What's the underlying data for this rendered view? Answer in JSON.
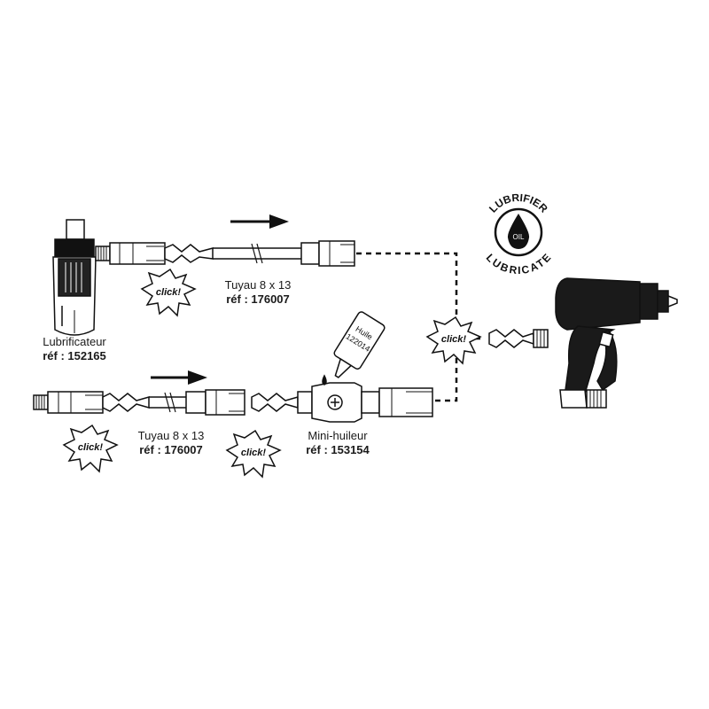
{
  "components": {
    "lubrifier": {
      "name": "Lubrificateur",
      "ref": "réf : 152165"
    },
    "hose_top": {
      "name": "Tuyau 8 x 13",
      "ref": "réf : 176007"
    },
    "hose_bottom": {
      "name": "Tuyau 8 x 13",
      "ref": "réf : 176007"
    },
    "mini_oiler": {
      "name": "Mini-huileur",
      "ref": "réf : 153154"
    }
  },
  "click_badges": [
    "click!",
    "click!",
    "click!",
    "click!"
  ],
  "oil_bottle": {
    "label_line1": "Huile",
    "label_line2": "122014"
  },
  "lubricate_badge": {
    "top_text": "LUBRIFIER",
    "bottom_text": "LUBRICATE",
    "center_text": "OIL"
  },
  "icons": [
    "flow-arrow-icon",
    "click-burst-icon",
    "oil-drop-icon",
    "oil-bottle-icon",
    "impact-wrench-icon"
  ]
}
